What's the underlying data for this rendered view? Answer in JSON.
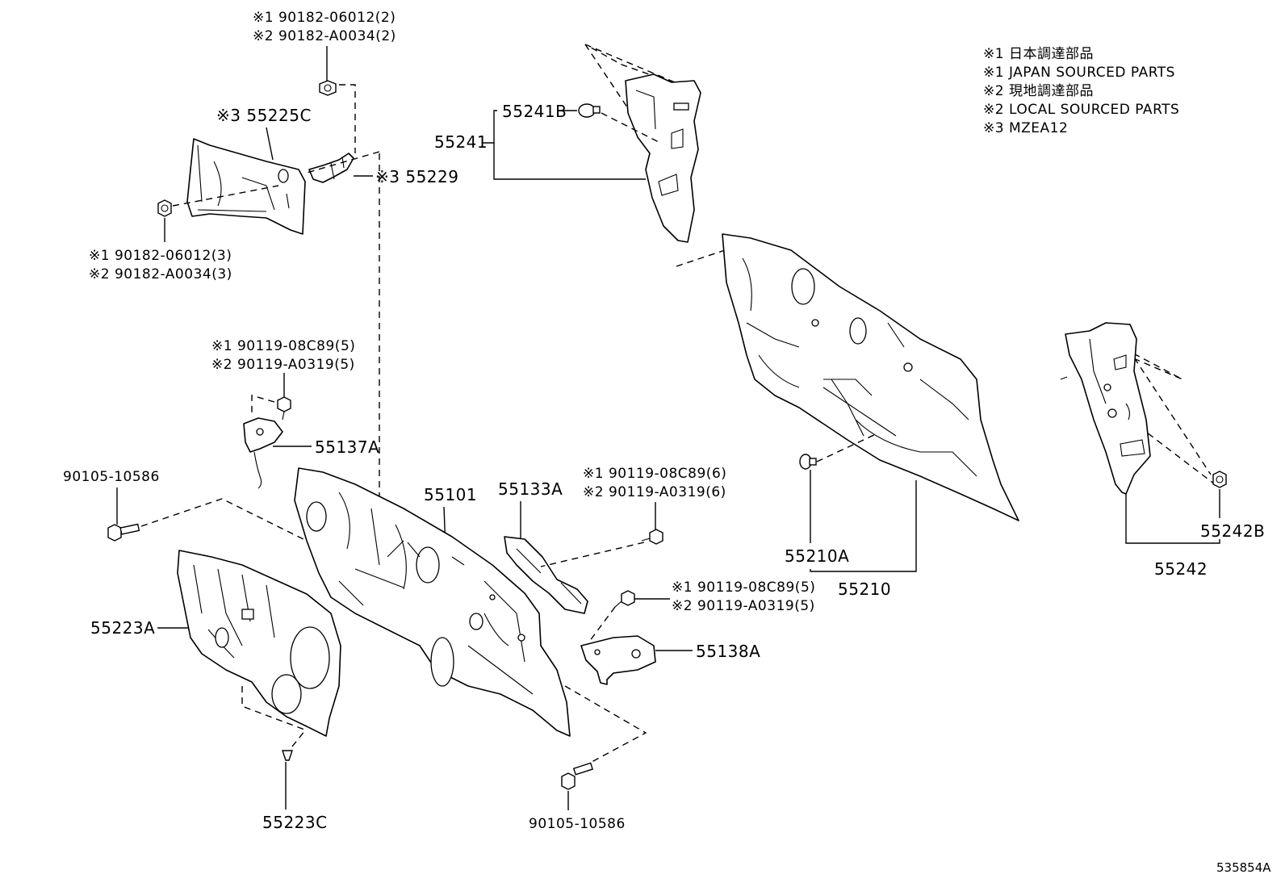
{
  "legend": {
    "line1": "※1 日本調達部品",
    "line2": "※1 JAPAN SOURCED PARTS",
    "line3": "※2 現地調達部品",
    "line4": "※2 LOCAL SOURCED PARTS",
    "line5": "※3 MZEA12"
  },
  "labels": {
    "nut_top_1": "※1 90182-06012(2)",
    "nut_top_2": "※2 90182-A0034(2)",
    "p55225c": "※3 55225C",
    "p55229": "※3 55229",
    "nut_left_1": "※1  90182-06012(3)",
    "nut_left_2": "※2  90182-A0034(3)",
    "bolt_137_1": "※1 90119-08C89(5)",
    "bolt_137_2": "※2 90119-A0319(5)",
    "p55137a": "55137A",
    "bolt_90105_left": "90105-10586",
    "p55101": "55101",
    "p55133a": "55133A",
    "bolt_133_1": "※1 90119-08C89(6)",
    "bolt_133_2": "※2 90119-A0319(6)",
    "p55223a": "55223A",
    "bolt_138_1": "※1  90119-08C89(5)",
    "bolt_138_2": "※2  90119-A0319(5)",
    "p55138a": "55138A",
    "p55223c": "55223C",
    "bolt_90105_bottom": "90105-10586",
    "p55241b": "55241B",
    "p55241": "55241",
    "p55210a": "55210A",
    "p55210": "55210",
    "p55242b": "55242B",
    "p55242": "55242",
    "diagram_id": "535854A"
  }
}
